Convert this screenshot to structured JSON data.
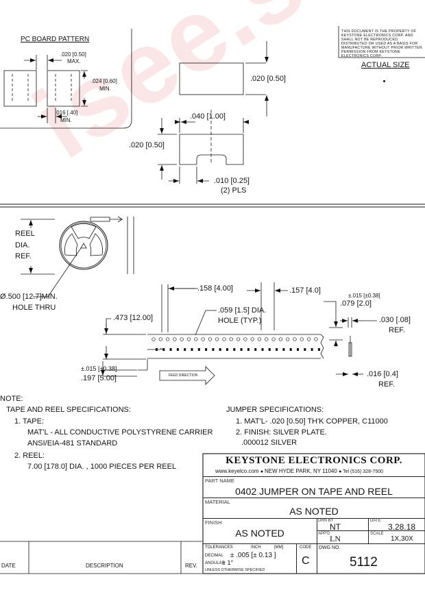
{
  "pc_board": {
    "title": "PC BOARD PATTERN",
    "gap_label": ".020 [0.50]",
    "gap_note": "MAX.",
    "height_label": ".024 [0.60]",
    "height_note": "MIN.",
    "width_label": ".016 [.40]",
    "width_note": "MIN."
  },
  "property_notice": "THIS DOCUMENT IS THE PROPERTY OF KEYSTONE ELECTRONICS CORP. AND SHALL NOT BE REPRODUCED, DISTRIBUTED OR USED AS A BASIS FOR MANUFACTURE WITHOUT PRIOR WRITTEN PERMISSION FROM KEYSTONE ELECTRONICS CORP.",
  "actual_size": "ACTUAL SIZE",
  "part_dims": {
    "top_height": ".020 [0.50]",
    "length": ".040 [1.00]",
    "side_height": ".020 [0.50]",
    "notch": ".010 [0.25]",
    "notch_note": "(2) PLS"
  },
  "reel": {
    "label_1": "REEL",
    "label_2": "DIA.",
    "label_3": "REF.",
    "hole_label": "Ø.500 [12.7]MIN.",
    "hole_note": "HOLE THRU"
  },
  "tape_dims": {
    "pitch": ".158 [4.00]",
    "pocket_pitch": ".157 [4.0]",
    "hole_dia": ".059 [1.5] DIA.",
    "hole_note": "HOLE (TYP.)",
    "width": ".473 [12.00]",
    "tol_top": "±.015 [±0.38]",
    "pocket": ".079 [2.0]",
    "thickness": ".030 [.08]",
    "thickness_note": "REF.",
    "tol_left": "±.015 [±0.38]",
    "offset": ".197 [5.00]",
    "feed_direction": "FEED DIRECTION",
    "depth": ".016 [0.4]",
    "depth_note": "REF."
  },
  "notes": {
    "header": "NOTE:",
    "tape_reel_title": "TAPE AND REEL SPECIFICATIONS:",
    "tape_item": "1. TAPE:",
    "tape_line1": "MAT'L - ALL CONDUCTIVE POLYSTYRENE CARRIER",
    "tape_line2": "ANSI/EIA-481 STANDARD",
    "reel_item": "2. REEL:",
    "reel_line1": "7.00 [178.0] DIA. , 1000 PIECES PER REEL",
    "jumper_title": "JUMPER SPECIFICATIONS:",
    "jumper_line1": "1. MAT'L- .020 [0.50] TH'K COPPER, C11000",
    "jumper_line2": "2. FINISH: SILVER PLATE.",
    "jumper_line3": ".000012 SILVER"
  },
  "title_block": {
    "company": "KEYSTONE ELECTRONICS CORP.",
    "website": "www.keyelco.com",
    "address": "NEW HYDE PARK, NY 11040",
    "tel": "Tel (516) 328-7500",
    "part_name_label": "PART NAME",
    "part_name": "0402 JUMPER ON TAPE AND REEL",
    "material_label": "MATERIAL",
    "material": "AS NOTED",
    "finish_label": "FINISH",
    "finish": "AS NOTED",
    "drn_by_label": "DRN BY",
    "drn_by": "NT",
    "appd_label": "APP'D",
    "appd": "LN",
    "date_label": "DATE",
    "date": "3.28.18",
    "scale_label": "SCALE",
    "scale": "1X,30X",
    "tolerances_label": "TOLERANCES",
    "inch_label": "INCH",
    "mm_label": "[MM]",
    "code_label": "CODE",
    "decimal_label": "DECIMAL",
    "decimal_value": "± .005  [± 0.13 ]",
    "angular_label": "ANGULAR",
    "angular_value": "± 1°",
    "unless_label": "UNLESS OTHERWISE SPECIFIED",
    "code": "C",
    "dwg_no_label": "DWG NO.",
    "dwg_no": "5112"
  },
  "revision_block": {
    "date_label": "DATE",
    "description_label": "DESCRIPTION",
    "rev_label": "REV."
  },
  "watermark": "isee.sieoog.com"
}
